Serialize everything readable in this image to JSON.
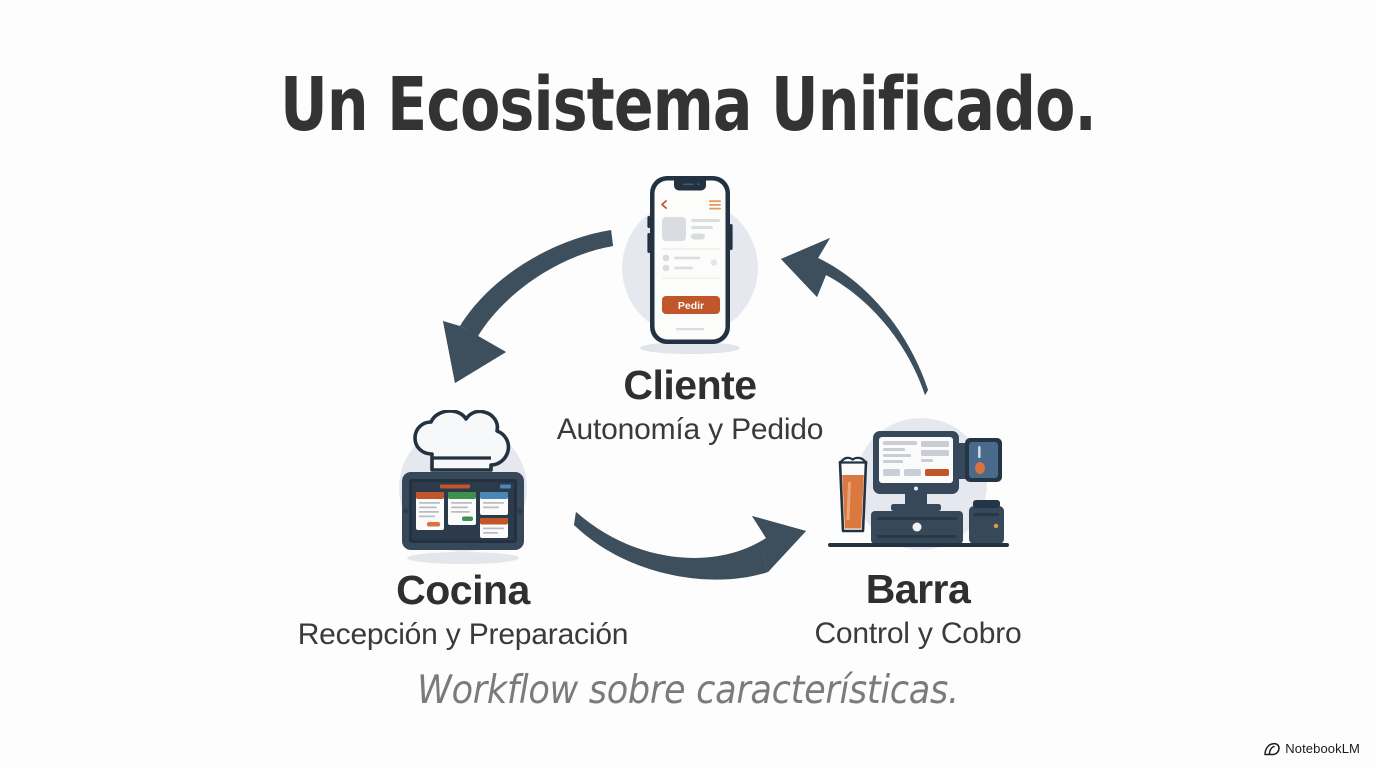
{
  "slide": {
    "title": "Un Ecosistema Unificado.",
    "caption": "Workflow sobre características.",
    "background_color": "#fdfdfd",
    "title_color": "#333333",
    "caption_color": "#7b7b7b"
  },
  "colors": {
    "arrow": "#3d4f5c",
    "halo": "#e5e9ef",
    "device_dark": "#1f2d3a",
    "accent_orange": "#c0562a",
    "kds_green": "#3f8f4f",
    "kds_blue": "#4a86b8"
  },
  "nodes": [
    {
      "id": "cliente",
      "title": "Cliente",
      "subtitle": "Autonomía y Pedido",
      "icon": "smartphone-app-icon",
      "phone": {
        "back_icon": "chevron-left-icon",
        "menu_icon": "hamburger-menu-icon",
        "cta_label": "Pedir"
      }
    },
    {
      "id": "cocina",
      "title": "Cocina",
      "subtitle": "Recepción y Preparación",
      "icon": "chef-hat-tablet-kds-icon",
      "kds": {
        "cards": [
          {
            "color": "#c0562a",
            "lines": 4
          },
          {
            "color": "#3f8f4f",
            "lines": 3
          },
          {
            "color": "#4a86b8",
            "lines": 2
          },
          {
            "color": "#c0562a",
            "lines": 2
          }
        ]
      }
    },
    {
      "id": "barra",
      "title": "Barra",
      "subtitle": "Control y Cobro",
      "icon": "pos-terminal-icon",
      "pos": {
        "items": [
          "monitor",
          "card-reader",
          "credit-card",
          "beer-glass",
          "cash-drawer",
          "receipt-printer"
        ]
      }
    }
  ],
  "arrows": [
    {
      "id": "cliente-to-cocina",
      "from": "Cliente",
      "to": "Cocina",
      "direction": "down-left"
    },
    {
      "id": "cocina-to-barra",
      "from": "Cocina",
      "to": "Barra",
      "direction": "right"
    },
    {
      "id": "barra-to-cliente",
      "from": "Barra",
      "to": "Cliente",
      "direction": "up-left"
    }
  ],
  "watermark": {
    "label": "NotebookLM",
    "icon": "notebooklm-logo-icon"
  }
}
